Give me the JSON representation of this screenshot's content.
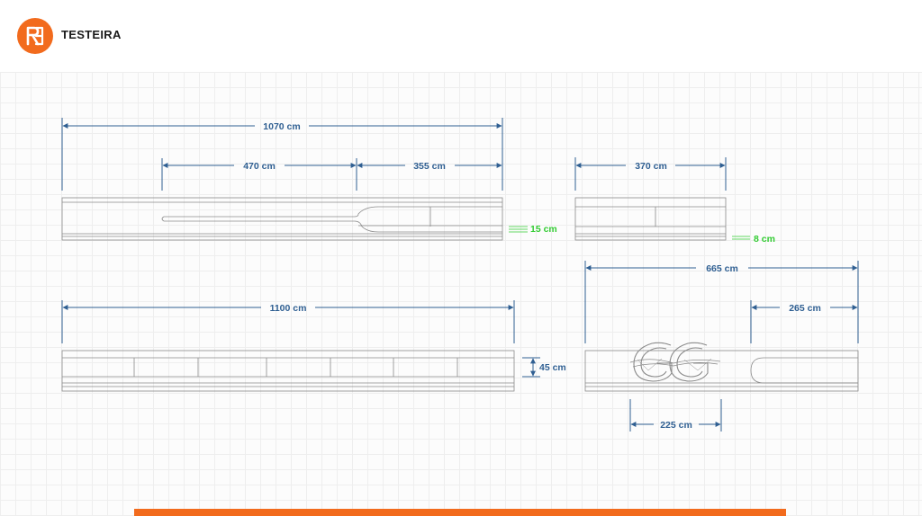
{
  "header": {
    "title": "TESTEIRA",
    "logo_icon": "interlocking-letters-logo-icon",
    "accent_color": "#f26b1d"
  },
  "drawing": {
    "dimension_color": "#2f5f92",
    "highlight_color": "#33cc33",
    "dimensions": {
      "top_left_total": "1070 cm",
      "top_left_segment_a": "470 cm",
      "top_left_segment_b": "355 cm",
      "top_left_thickness": "15 cm",
      "top_right_total": "370 cm",
      "top_right_thickness": "8 cm",
      "bottom_left_total": "1100 cm",
      "bottom_left_height": "45 cm",
      "bottom_right_total": "665 cm",
      "bottom_right_segment": "265 cm",
      "bottom_right_logo_width": "225 cm"
    }
  }
}
